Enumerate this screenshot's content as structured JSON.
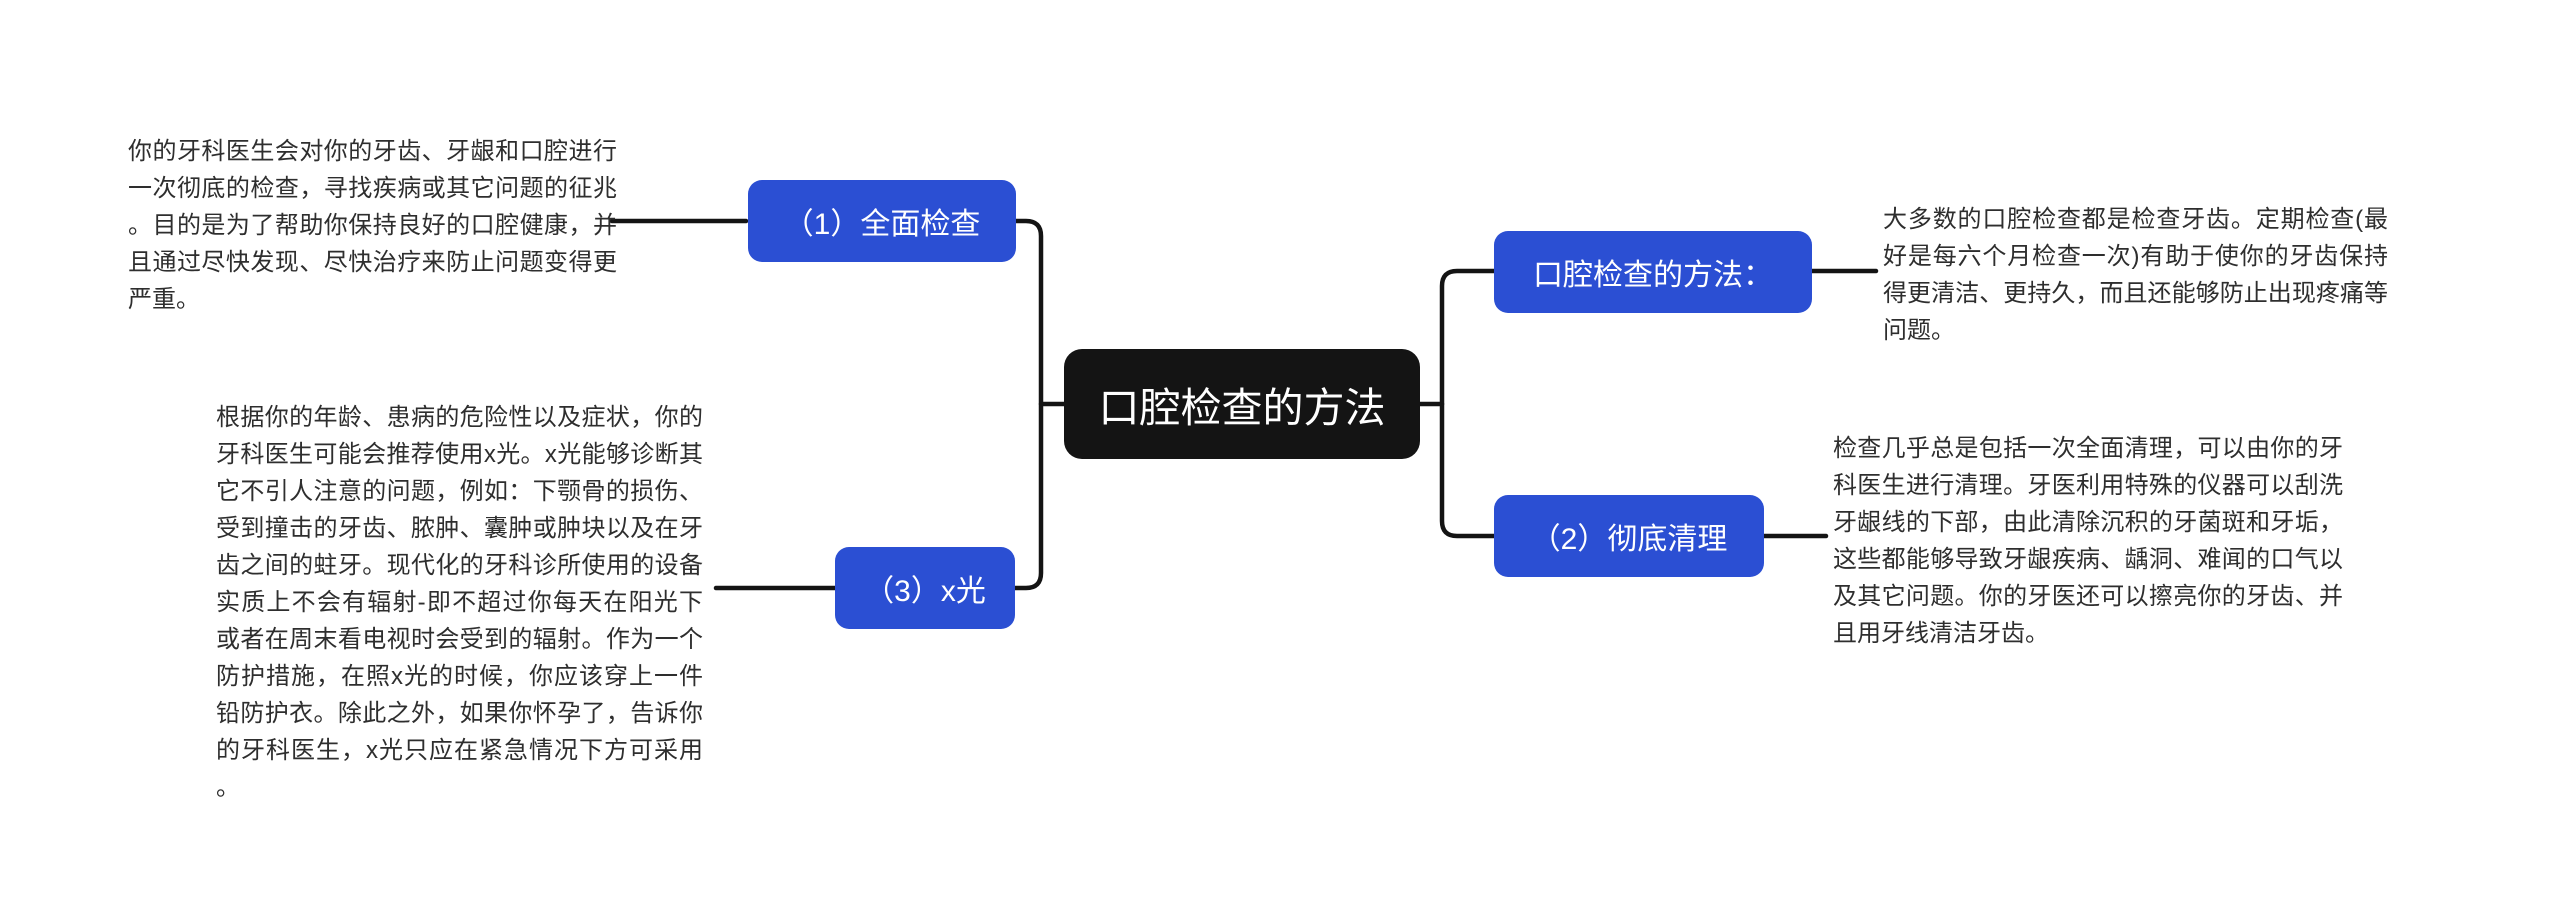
{
  "diagram": {
    "type": "mindmap",
    "title": "口腔检查的方法",
    "colors": {
      "branch_node_bg": "#2B4FD3",
      "root_node_bg": "#141414",
      "node_text": "#ffffff",
      "body_text": "#2e2e2e",
      "connector": "#141414",
      "background": "#ffffff"
    },
    "root": {
      "label": "口腔检查的方法"
    },
    "nodes": {
      "full_exam": {
        "label": "（1）全面检查",
        "note": "你的牙科医生会对你的牙齿、牙龈和口腔进行一次彻底的检查，寻找疾病或其它问题的征兆。目的是为了帮助你保持良好的口腔健康，并且通过尽快发现、尽快治疗来防止问题变得更严重。"
      },
      "xray": {
        "label": "（3）x光",
        "note": "根据你的年龄、患病的危险性以及症状，你的牙科医生可能会推荐使用x光。x光能够诊断其它不引人注意的问题，例如：下颚骨的损伤、受到撞击的牙齿、脓肿、囊肿或肿块以及在牙齿之间的蛀牙。现代化的牙科诊所使用的设备实质上不会有辐射-即不超过你每天在阳光下或者在周末看电视时会受到的辐射。作为一个防护措施，在照x光的时候，你应该穿上一件铅防护衣。除此之外，如果你怀孕了，告诉你的牙科医生，x光只应在紧急情况下方可采用。"
      },
      "methods": {
        "label": "口腔检查的方法：",
        "note": "大多数的口腔检查都是检查牙齿。定期检查(最好是每六个月检查一次)有助于使你的牙齿保持得更清洁、更持久，而且还能够防止出现疼痛等问题。"
      },
      "cleaning": {
        "label": "（2）彻底清理",
        "note": "检查几乎总是包括一次全面清理，可以由你的牙科医生进行清理。牙医利用特殊的仪器可以刮洗牙龈线的下部，由此清除沉积的牙菌斑和牙垢，这些都能够导致牙龈疾病、龋洞、难闻的口气以及其它问题。你的牙医还可以擦亮你的牙齿、并且用牙线清洁牙齿。"
      }
    }
  }
}
